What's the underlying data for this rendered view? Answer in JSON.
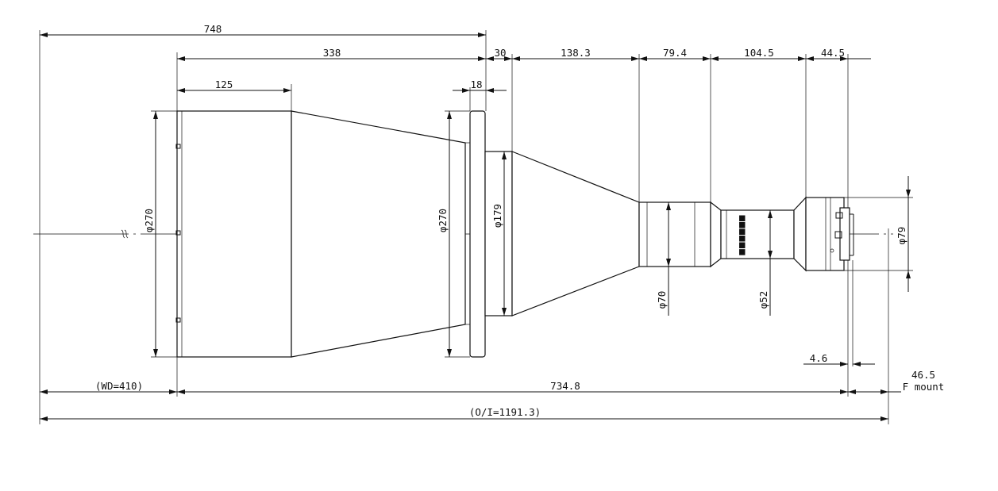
{
  "colors": {
    "line": "#111111",
    "background": "#ffffff"
  },
  "dimensions": {
    "overall_748": "748",
    "len_338": "338",
    "len_125": "125",
    "len_30": "30",
    "len_18": "18",
    "len_138_3": "138.3",
    "len_79_4": "79.4",
    "len_104_5": "104.5",
    "len_44_5": "44.5",
    "dia_270_front": "φ270",
    "dia_270_flange": "φ270",
    "dia_179": "φ179",
    "dia_70": "φ70",
    "dia_52": "φ52",
    "dia_79": "φ79",
    "len_4_6": "4.6",
    "wd": "(WD=410)",
    "len_734_8": "734.8",
    "flange_46_5": "46.5",
    "mount": "F mount",
    "oi": "(O/I=1191.3)"
  }
}
